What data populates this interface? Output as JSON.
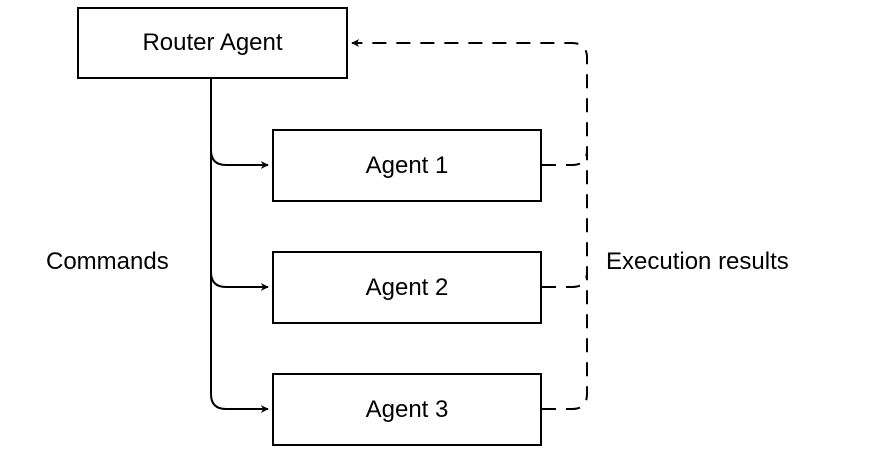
{
  "nodes": {
    "router": "Router Agent",
    "agent1": "Agent 1",
    "agent2": "Agent 2",
    "agent3": "Agent 3"
  },
  "edges": {
    "commands_label": "Commands",
    "results_label": "Execution results"
  },
  "colors": {
    "stroke": "#000000",
    "background": "#ffffff"
  }
}
